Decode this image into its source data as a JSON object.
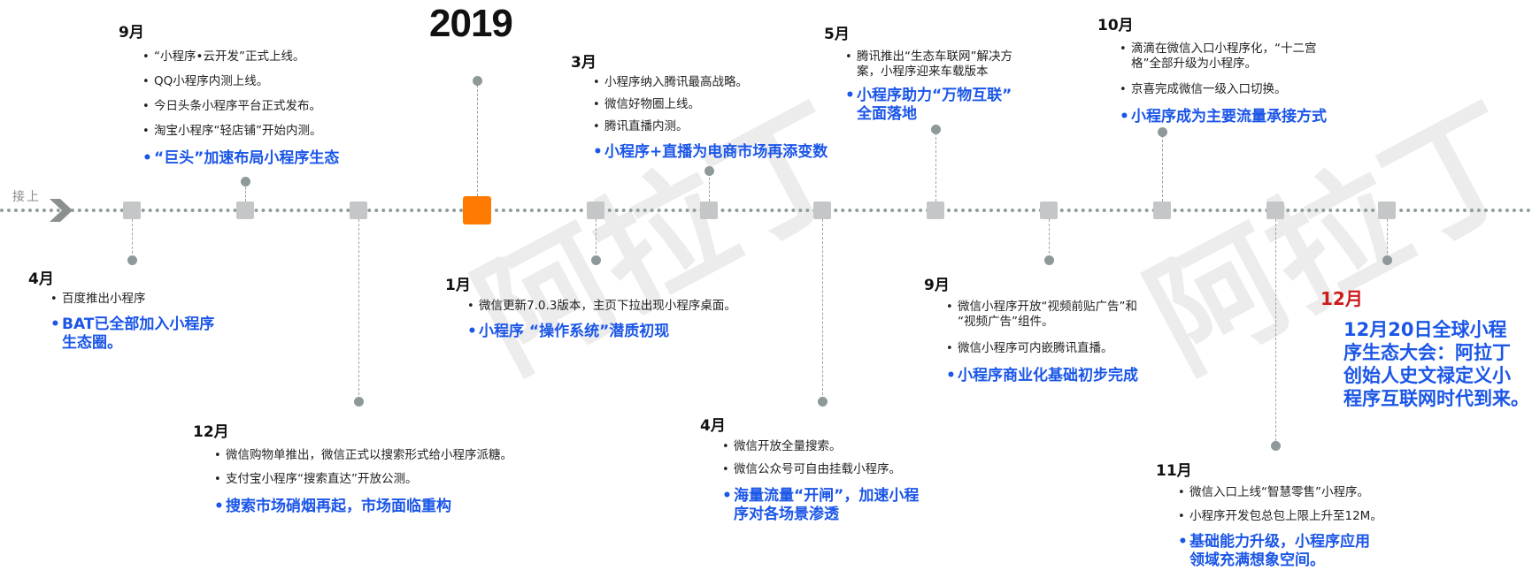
{
  "start_label": "接上",
  "year": "2019",
  "watermark": "阿拉丁",
  "colors": {
    "highlight_node": "#ff7a00",
    "accent_blue": "#1b56e8",
    "accent_red": "#cc1b1b"
  },
  "events": {
    "sep_top": {
      "month": "9月",
      "items": [
        "“小程序•云开发”正式上线。",
        "QQ小程序内测上线。",
        "今日头条小程序平台正式发布。",
        "淘宝小程序“轻店铺”开始内测。"
      ],
      "highlight": "“巨头”加速布局小程序生态"
    },
    "apr_bottom": {
      "month": "4月",
      "items": [
        "百度推出小程序"
      ],
      "highlight": [
        "BAT已全部加入小程序",
        "生态圈。"
      ]
    },
    "dec_bottom": {
      "month": "12月",
      "items": [
        "微信购物单推出，微信正式以搜索形式给小程序派糖。",
        "支付宝小程序“搜索直达”开放公测。"
      ],
      "highlight": "搜索市场硝烟再起，市场面临重构"
    },
    "jan_bottom": {
      "month": "1月",
      "items": [
        "微信更新7.0.3版本，主页下拉出现小程序桌面。"
      ],
      "highlight": "小程序 “操作系统”潜质初现"
    },
    "mar_top": {
      "month": "3月",
      "items": [
        "小程序纳入腾讯最高战略。",
        "微信好物圈上线。",
        "腾讯直播内测。"
      ],
      "highlight": "小程序+直播为电商市场再添变数"
    },
    "apr2_bottom": {
      "month": "4月",
      "items": [
        "微信开放全量搜索。",
        "微信公众号可自由挂载小程序。"
      ],
      "highlight": [
        "海量流量“开闸”，加速小程",
        "序对各场景渗透"
      ]
    },
    "may_top": {
      "month": "5月",
      "items": [
        [
          "腾讯推出“生态车联网”解决方",
          "案，小程序迎来车载版本"
        ]
      ],
      "highlight": [
        "小程序助力“万物互联”",
        "全面落地"
      ]
    },
    "sep2_bottom": {
      "month": "9月",
      "items": [
        [
          "微信小程序开放“视频前贴广告”和",
          "“视频广告”组件。"
        ],
        "微信小程序可内嵌腾讯直播。"
      ],
      "highlight": "小程序商业化基础初步完成"
    },
    "oct_top": {
      "month": "10月",
      "items": [
        [
          "滴滴在微信入口小程序化，“十二宫",
          "格”全部升级为小程序。"
        ],
        "京喜完成微信一级入口切换。"
      ],
      "highlight": "小程序成为主要流量承接方式"
    },
    "nov_bottom": {
      "month": "11月",
      "items": [
        "微信入口上线“智慧零售”小程序。",
        "小程序开发包总包上限上升至12M。"
      ],
      "highlight": [
        "基础能力升级，小程序应用",
        "领域充满想象空间。"
      ]
    },
    "dec2": {
      "month": "12月",
      "highlight": [
        "12月20日全球小程",
        "序生态大会：阿拉丁",
        "创始人史文禄定义小",
        "程序互联网时代到来。"
      ]
    }
  }
}
